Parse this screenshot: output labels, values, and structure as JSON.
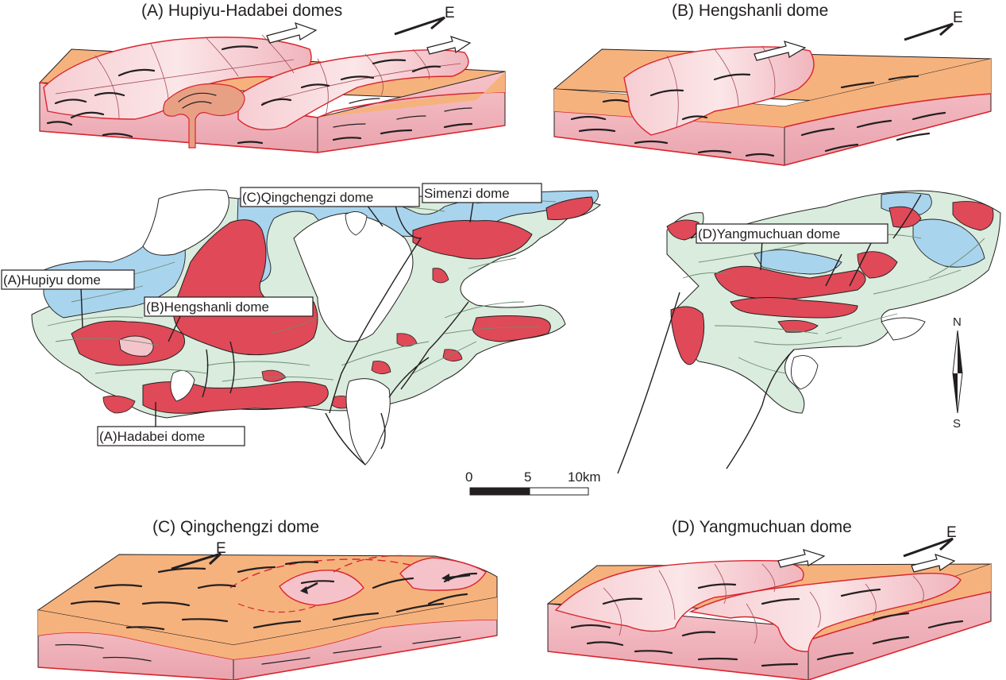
{
  "panels": {
    "a": {
      "title": "(A) Hupiyu-Hadabei domes",
      "orientation": "E"
    },
    "b": {
      "title": "(B) Hengshanli dome",
      "orientation": "E"
    },
    "c": {
      "title": "(C) Qingchengzi dome",
      "orientation": "E"
    },
    "d": {
      "title": "(D) Yangmuchuan dome",
      "orientation": "E"
    }
  },
  "map": {
    "labels": {
      "hupiyu": "(A)Hupiyu dome",
      "hengshanli": "(B)Hengshanli dome",
      "qingchengzi": "(C)Qingchengzi dome",
      "simenzi": "Simenzi dome",
      "hadabei": "(A)Hadabei dome",
      "yangmuchuan": "(D)Yangmuchuan dome"
    },
    "compass": {
      "north": "N",
      "south": "S"
    },
    "scale": {
      "ticks": [
        "0",
        "5",
        "10km"
      ]
    }
  },
  "colors": {
    "dome_red": "#e04957",
    "light_pink": "#f3c5cb",
    "orange_layer": "#f6b27d",
    "pale_green": "#d9ecdd",
    "light_blue": "#a9d4ee",
    "outline_red": "#d9252e",
    "ink": "#231f20"
  }
}
